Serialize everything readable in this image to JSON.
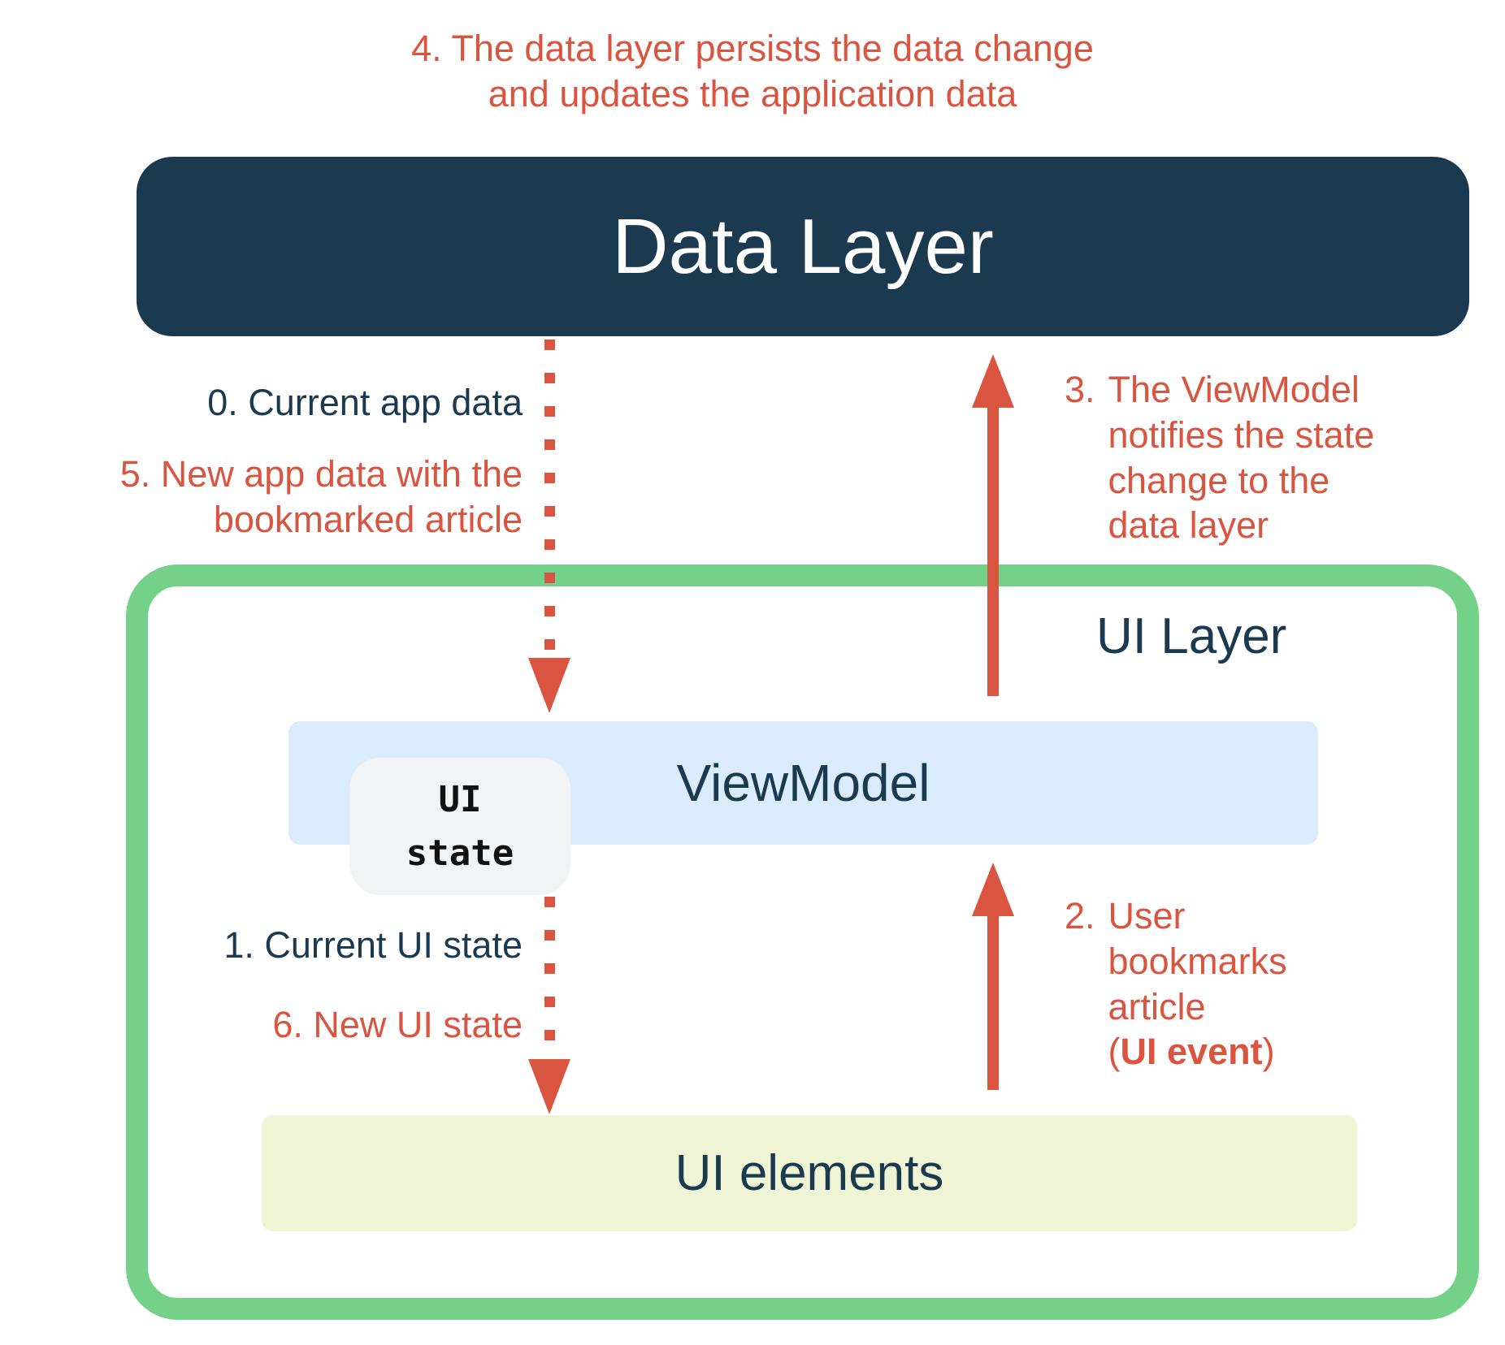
{
  "colors": {
    "navy": "#1b3a4f",
    "red": "#d95540",
    "green": "#73d189",
    "light_blue": "#daecfc",
    "chip_gray": "#f1f3f4",
    "light_yellow": "#eef4d4"
  },
  "boxes": {
    "data_layer_label": "Data Layer",
    "ui_layer_label": "UI Layer",
    "viewmodel_label": "ViewModel",
    "ui_state_chip": {
      "line1": "UI",
      "line2": "state"
    },
    "ui_elements_label": "UI elements"
  },
  "annotations": {
    "step4": {
      "lines": {
        "0": "4. The data layer persists the data change",
        "1": "and updates the application data"
      }
    },
    "step0": {
      "text": "0. Current app data"
    },
    "step5": {
      "lines": {
        "0": "5. New app data with the",
        "1": "bookmarked article"
      }
    },
    "step3": {
      "number": "3.",
      "lines": {
        "0": "The ViewModel",
        "1": "notifies the state",
        "2": "change to the",
        "3": "data layer"
      }
    },
    "step1": {
      "text": "1. Current UI state"
    },
    "step6": {
      "text": "6. New UI state"
    },
    "step2": {
      "number": "2.",
      "lines": {
        "0": "User",
        "1": "bookmarks",
        "2": "article"
      },
      "paren_open": "(",
      "bold_text": "UI event",
      "paren_close": ")"
    }
  },
  "arrows": {
    "app_data_flow": "dotted-down",
    "ui_state_flow": "dotted-down",
    "state_change": "solid-up",
    "ui_event": "solid-up"
  }
}
